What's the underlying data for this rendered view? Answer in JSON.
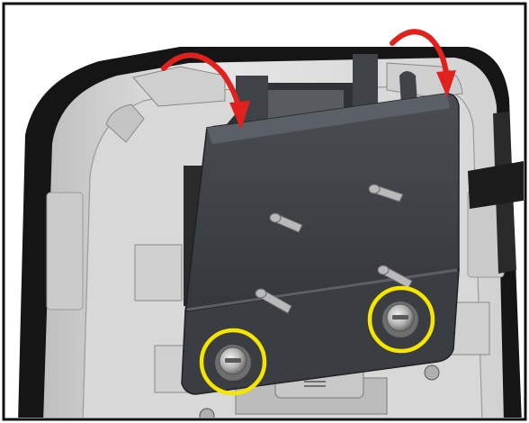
{
  "figure": {
    "kind": "technical illustration",
    "colors": {
      "frame": "#111111",
      "device_body": "#e2e2e2",
      "device_shadow": "#7a7a7a",
      "device_rim": "#151515",
      "clip": "#3f4348",
      "clip_shade": "#2e3135",
      "clip_highlight": "#5b6066",
      "stud": "#b8b8b8",
      "arrow": "#e0211e",
      "highlight_ring": "#f5e500"
    },
    "parts": {
      "device": "printer-back-housing",
      "clip": "belt-clip-bracket",
      "arrows": [
        "rotate-arrow-left",
        "rotate-arrow-right"
      ],
      "screws": [
        "screw-left",
        "screw-right"
      ],
      "highlights": [
        "circle-left",
        "circle-right"
      ]
    }
  }
}
